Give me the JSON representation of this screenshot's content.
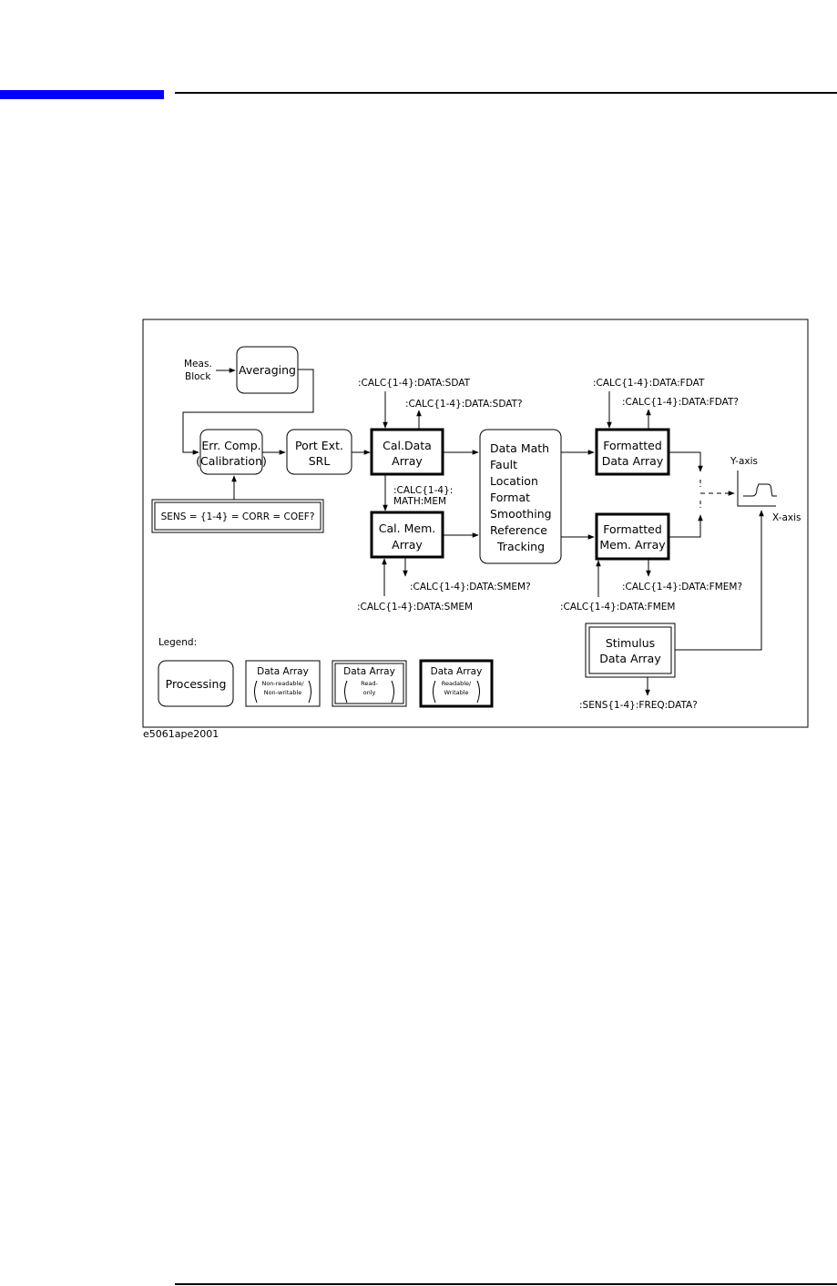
{
  "diagram": {
    "meas_block": [
      "Meas.",
      "Block"
    ],
    "averaging": "Averaging",
    "err_comp": [
      "Err. Comp.",
      "(Calibration)"
    ],
    "port_ext": [
      "Port Ext.",
      "SRL"
    ],
    "sens_corr": "SENS = {1-4} = CORR = COEF?",
    "cal_data_array": [
      "Cal.Data",
      "Array"
    ],
    "cal_mem_array": [
      "Cal. Mem.",
      "Array"
    ],
    "processing_list": [
      "Data Math",
      "Fault",
      "Location",
      "Format",
      "Smoothing",
      "Reference",
      "Tracking"
    ],
    "formatted_data_array": [
      "Formatted",
      "Data Array"
    ],
    "formatted_mem_array": [
      "Formatted",
      "Mem. Array"
    ],
    "stimulus_data_array": [
      "Stimulus",
      "Data Array"
    ],
    "cmd_sdat_write": ":CALC{1-4}:DATA:SDAT",
    "cmd_sdat_query": ":CALC{1-4}:DATA:SDAT?",
    "cmd_math_mem": [
      ":CALC{1-4}:",
      "MATH:MEM"
    ],
    "cmd_smem_query": ":CALC{1-4}:DATA:SMEM?",
    "cmd_smem_write": ":CALC{1-4}:DATA:SMEM",
    "cmd_fdat_write": ":CALC{1-4}:DATA:FDAT",
    "cmd_fdat_query": ":CALC{1-4}:DATA:FDAT?",
    "cmd_fmem_query": ":CALC{1-4}:DATA:FMEM?",
    "cmd_fmem_write": ":CALC{1-4}:DATA:FMEM",
    "cmd_freq_query": ":SENS{1-4}:FREQ:DATA?",
    "y_axis": "Y-axis",
    "x_axis": "X-axis"
  },
  "legend": {
    "title": "Legend:",
    "processing": "Processing",
    "non_rw": {
      "label": "Data Array",
      "sub": [
        "Non-readable/",
        "Non-writable"
      ]
    },
    "read_only": {
      "label": "Data Array",
      "sub": [
        "Read-",
        "only"
      ]
    },
    "read_write": {
      "label": "Data Array",
      "sub": [
        "Readable/",
        "Writable"
      ]
    }
  },
  "figure_id": "e5061ape2001"
}
